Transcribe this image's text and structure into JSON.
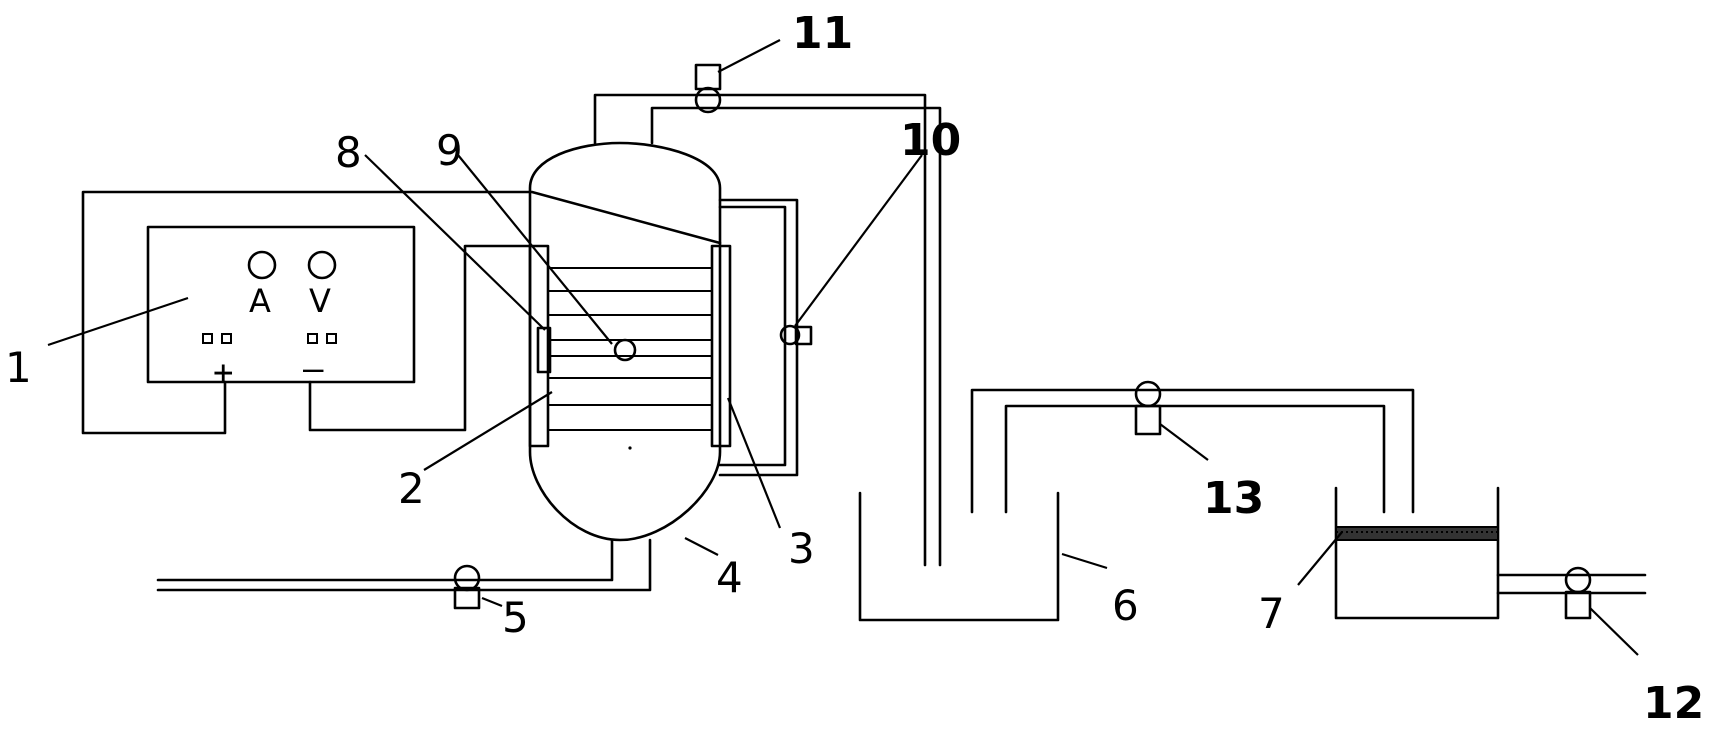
{
  "labels": {
    "l1": "1",
    "l2": "2",
    "l3": "3",
    "l4": "4",
    "l5": "5",
    "l6": "6",
    "l7": "7",
    "l8": "8",
    "l9": "9",
    "l10": "10",
    "l11": "11",
    "l12": "12",
    "l13": "13"
  },
  "power_supply": {
    "ammeter_letter": "A",
    "voltmeter_letter": "V",
    "positive_sign": "+",
    "negative_sign": "—"
  }
}
